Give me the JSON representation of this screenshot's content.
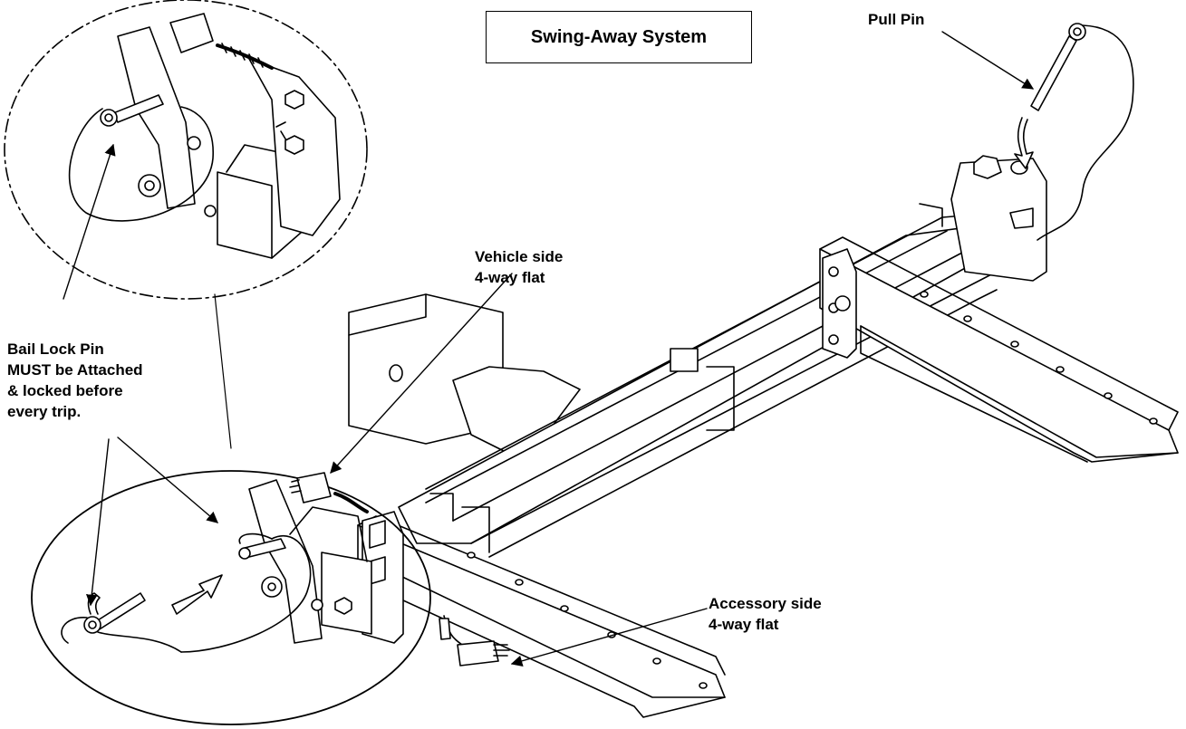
{
  "title": "Swing-Away System",
  "labels": {
    "pull_pin": "Pull Pin",
    "vehicle_side": [
      "Vehicle side",
      "4-way flat"
    ],
    "bail_lock": [
      "Bail Lock Pin",
      "MUST be Attached",
      "& locked before",
      "every trip."
    ],
    "accessory_side": [
      "Accessory side",
      "4-way flat"
    ]
  },
  "colors": {
    "ink": "#000000",
    "paper": "#ffffff"
  }
}
